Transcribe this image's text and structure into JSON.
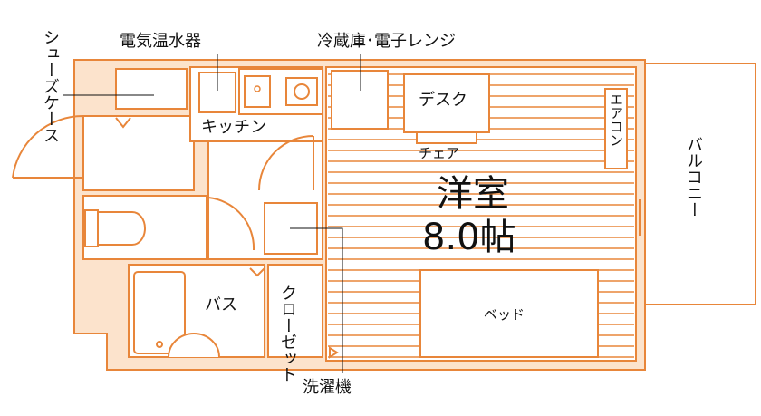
{
  "labels": {
    "shoe_case": "シューズケース",
    "water_heater": "電気温水器",
    "fridge_range": "冷蔵庫･電子レンジ",
    "kitchen": "キッチン",
    "desk": "デスク",
    "chair": "チェア",
    "aircon": "エアコン",
    "balcony": "バルコニー",
    "room_name": "洋室",
    "room_size": "8.0帖",
    "bath": "バス",
    "closet": "クローゼット",
    "bed": "ベッド",
    "washer": "洗濯機"
  },
  "colors": {
    "wall_fill": "#fce3cc",
    "line": "#e8863a",
    "floor": "#ffffff",
    "text": "#111111"
  }
}
